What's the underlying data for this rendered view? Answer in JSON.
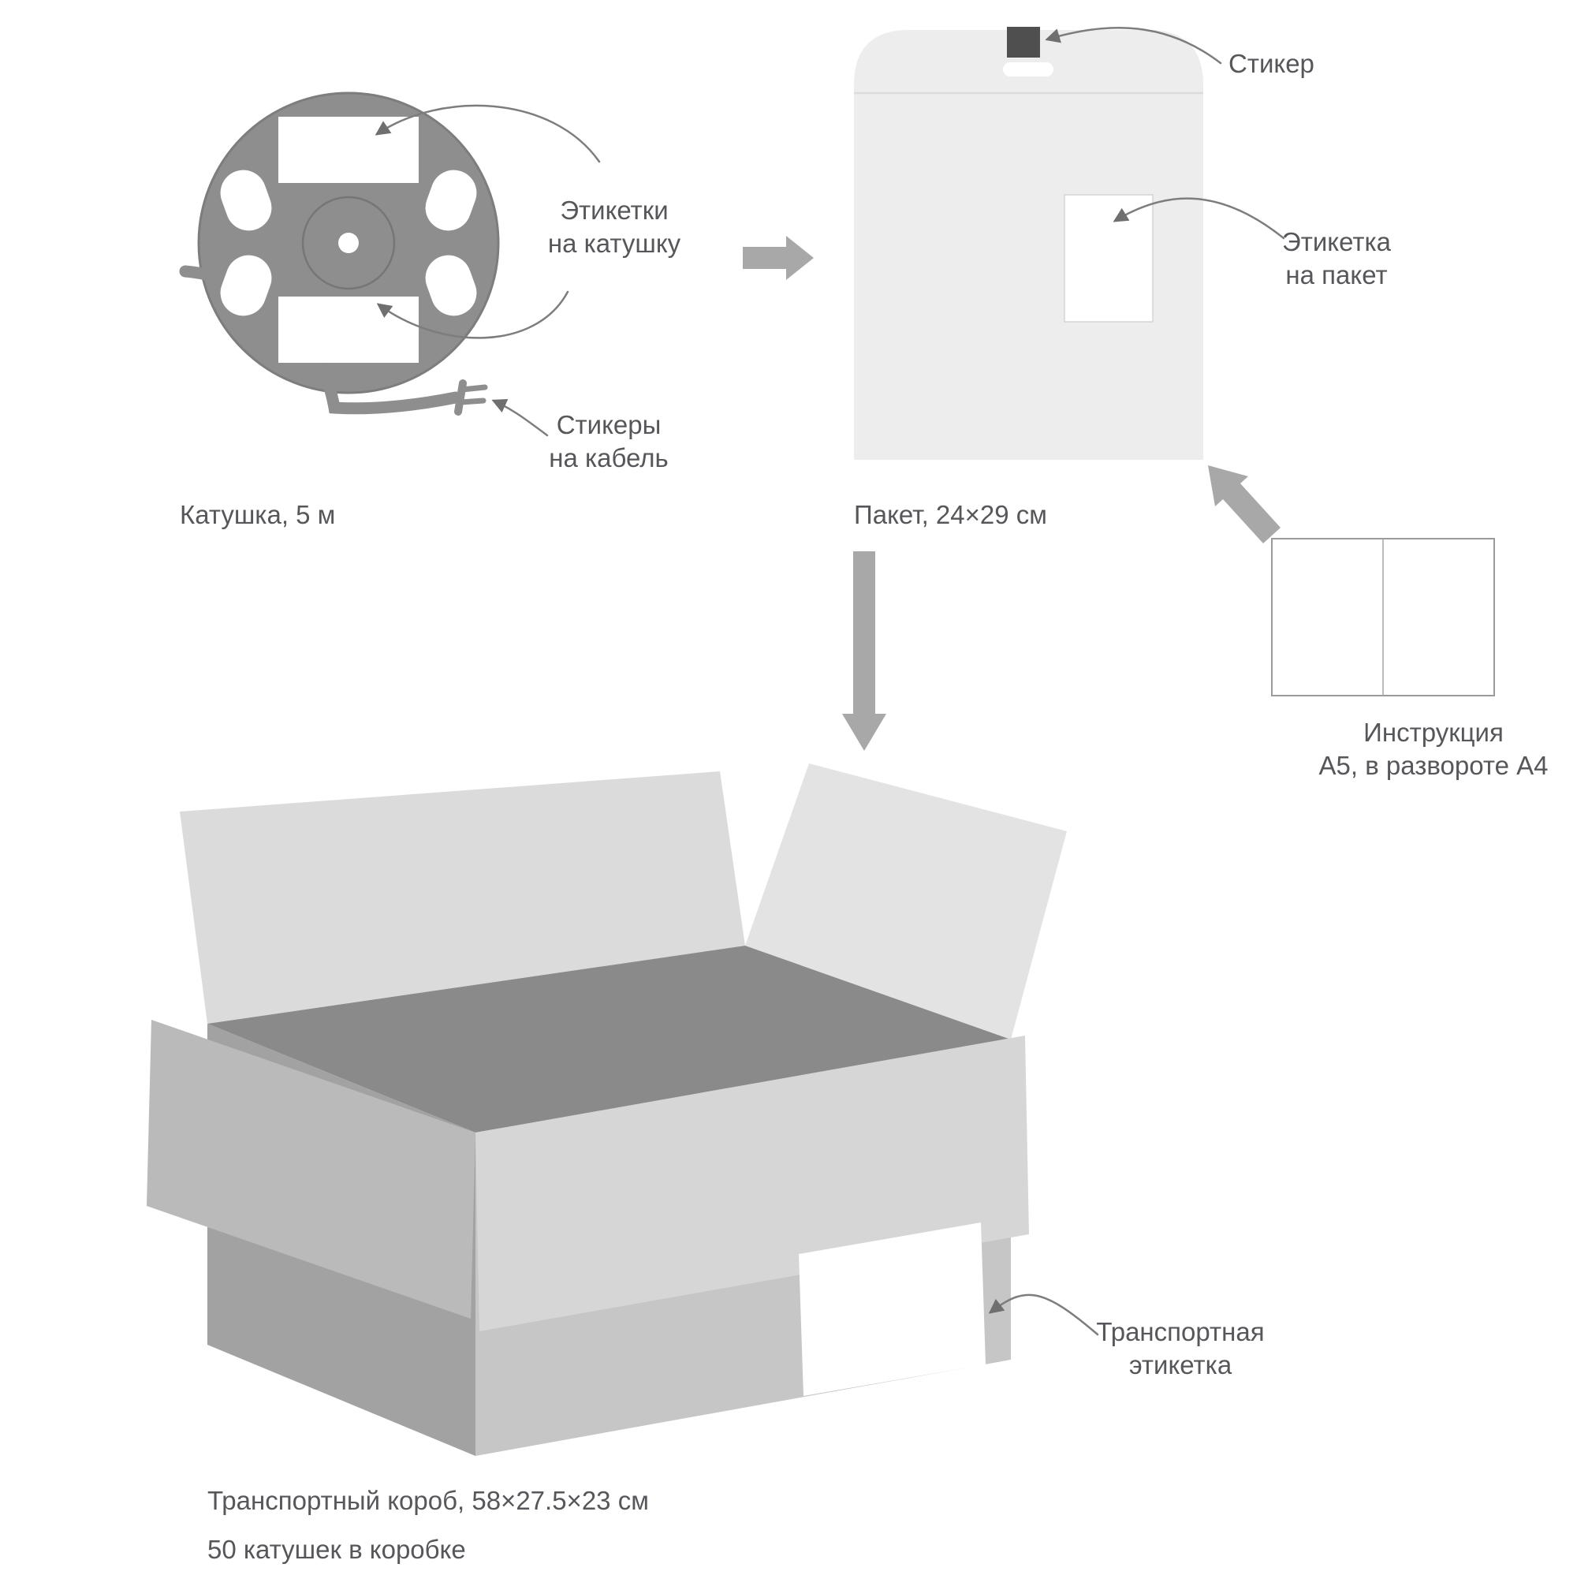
{
  "palette": {
    "reel_gray": "#8e8e8e",
    "reel_outline": "#7d7d7d",
    "bag_fill": "#ededed",
    "sticker_dark": "#4f4f4f",
    "flow_arrow_gray": "#a8a8a8",
    "annotation_line_gray": "#7d7d7d",
    "text_color": "#56575a",
    "box_interior": "#8a8a8a",
    "box_left_face": "#a2a2a2",
    "box_front_face": "#c6c6c6",
    "box_back_left_flap": "#dbdbdb",
    "box_back_right_flap": "#e3e3e3",
    "box_left_flap": "#bababa",
    "box_front_flap": "#d6d6d6",
    "sheet_border": "#9a9a9a"
  },
  "reel": {
    "caption": "Катушка, 5 м",
    "labels_annotation": [
      "Этикетки",
      "на катушку"
    ],
    "stickers_annotation": [
      "Стикеры",
      "на кабель"
    ]
  },
  "bag": {
    "caption": "Пакет, 24×29 см",
    "sticker_annotation": "Стикер",
    "label_annotation": [
      "Этикетка",
      "на пакет"
    ]
  },
  "instruction": {
    "caption": [
      "Инструкция",
      "А5, в развороте А4"
    ]
  },
  "box": {
    "caption_line1": "Транспортный короб, 58×27.5×23 см",
    "caption_line2": "50 катушек в коробке",
    "label_annotation": [
      "Транспортная",
      "этикетка"
    ]
  }
}
